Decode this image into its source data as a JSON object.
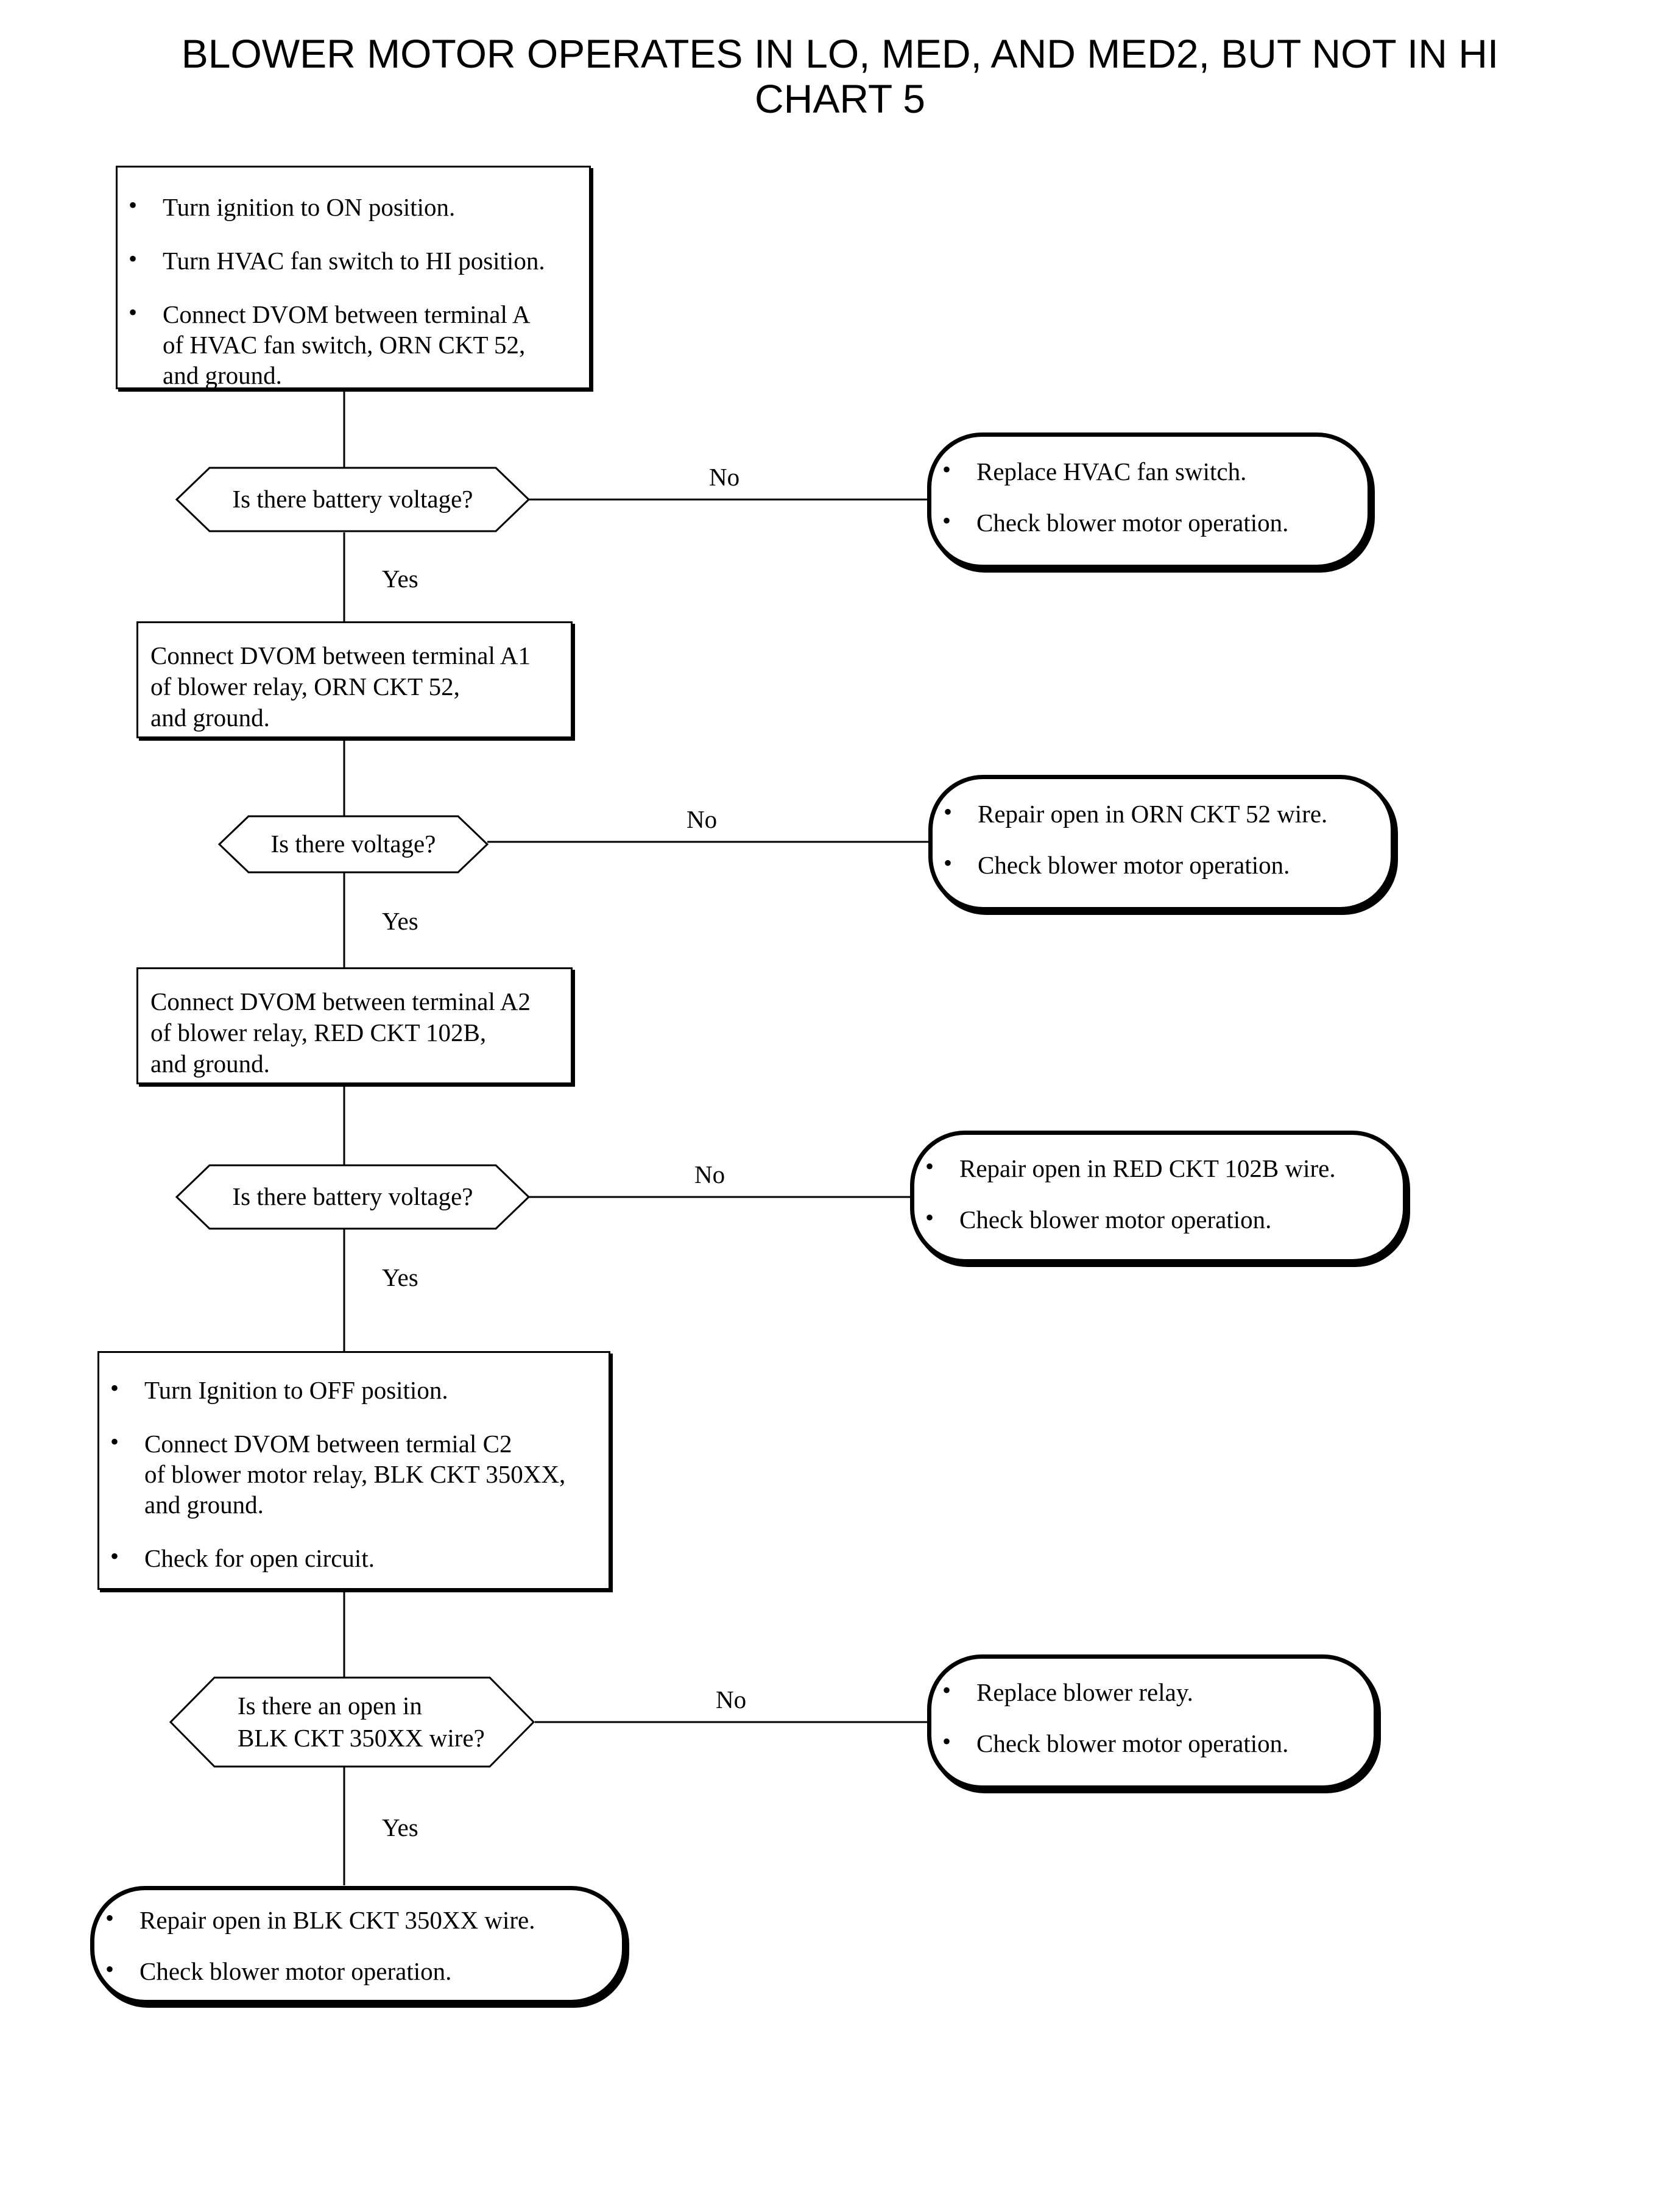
{
  "title": {
    "line1": "BLOWER MOTOR OPERATES IN LO, MED, AND MED2, BUT NOT IN HI",
    "line2": "CHART 5"
  },
  "colors": {
    "ink": "#000000",
    "paper": "#ffffff"
  },
  "edge_labels": {
    "yes": "Yes",
    "no": "No"
  },
  "nodes": {
    "step1": {
      "type": "process",
      "bullets": [
        {
          "l1": "Turn ignition to ON position."
        },
        {
          "l1": "Turn HVAC fan switch to HI position."
        },
        {
          "l1": "Connect DVOM between terminal A",
          "l2": "of HVAC fan switch, ORN CKT 52,",
          "l3": "and ground."
        }
      ]
    },
    "decision1": {
      "type": "decision",
      "line1": "Is there battery voltage?"
    },
    "result1": {
      "type": "terminal",
      "bullets": [
        {
          "l1": "Replace HVAC fan switch."
        },
        {
          "l1": "Check blower motor operation."
        }
      ]
    },
    "step2": {
      "type": "process",
      "line1": "Connect DVOM between terminal A1",
      "line2": "of blower relay, ORN CKT 52,",
      "line3": "and ground."
    },
    "decision2": {
      "type": "decision",
      "line1": "Is there voltage?"
    },
    "result2": {
      "type": "terminal",
      "bullets": [
        {
          "l1": "Repair open in ORN CKT 52 wire."
        },
        {
          "l1": "Check blower motor operation."
        }
      ]
    },
    "step3": {
      "type": "process",
      "line1": "Connect DVOM between terminal A2",
      "line2": "of blower relay, RED CKT 102B,",
      "line3": "and ground."
    },
    "decision3": {
      "type": "decision",
      "line1": "Is there battery voltage?"
    },
    "result3": {
      "type": "terminal",
      "bullets": [
        {
          "l1": "Repair open in RED CKT 102B wire."
        },
        {
          "l1": "Check blower motor operation."
        }
      ]
    },
    "step4": {
      "type": "process",
      "bullets": [
        {
          "l1": "Turn Ignition to OFF position."
        },
        {
          "l1": "Connect DVOM between termial C2",
          "l2": "of blower motor relay, BLK CKT 350XX,",
          "l3": "and ground."
        },
        {
          "l1": "Check for open circuit."
        }
      ]
    },
    "decision4": {
      "type": "decision",
      "line1": "Is there an open in",
      "line2": "BLK CKT 350XX wire?"
    },
    "result4": {
      "type": "terminal",
      "bullets": [
        {
          "l1": "Replace blower relay."
        },
        {
          "l1": "Check blower motor operation."
        }
      ]
    },
    "final": {
      "type": "terminal",
      "bullets": [
        {
          "l1": "Repair open in BLK CKT 350XX wire."
        },
        {
          "l1": "Check blower motor operation."
        }
      ]
    }
  }
}
